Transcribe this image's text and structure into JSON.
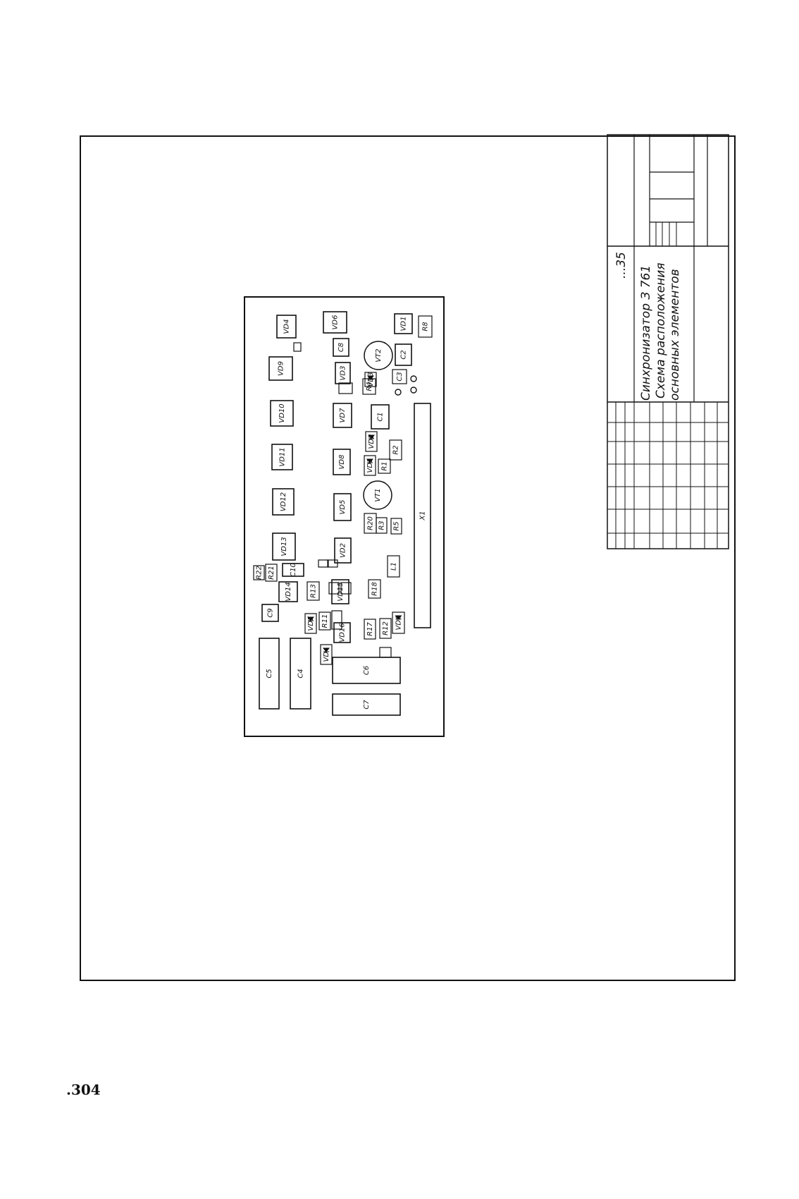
{
  "page_number": ".304",
  "title_block": {
    "doc_code": "...35",
    "title_lines": [
      "Синхронизатор З 761",
      "Схема расположения",
      "основных элементов"
    ]
  },
  "components": [
    {
      "label": "VD4",
      "kind": "rect"
    },
    {
      "label": "VD6",
      "kind": "rect"
    },
    {
      "label": "VD1",
      "kind": "rect"
    },
    {
      "label": "R8",
      "kind": "rect"
    },
    {
      "label": "VD9",
      "kind": "rect"
    },
    {
      "label": "C8",
      "kind": "rect"
    },
    {
      "label": "VD3",
      "kind": "rect"
    },
    {
      "label": "VT2",
      "kind": "circle"
    },
    {
      "label": "C2",
      "kind": "rect"
    },
    {
      "label": "R4",
      "kind": "rect"
    },
    {
      "label": "VD3",
      "kind": "diode"
    },
    {
      "label": "C3",
      "kind": "rect"
    },
    {
      "label": "VD10",
      "kind": "rect"
    },
    {
      "label": "VD7",
      "kind": "rect"
    },
    {
      "label": "C1",
      "kind": "rect"
    },
    {
      "label": "VD2",
      "kind": "diode"
    },
    {
      "label": "VD11",
      "kind": "rect"
    },
    {
      "label": "VD8",
      "kind": "rect"
    },
    {
      "label": "VD1",
      "kind": "diode"
    },
    {
      "label": "R1",
      "kind": "rect"
    },
    {
      "label": "R2",
      "kind": "rect"
    },
    {
      "label": "VD12",
      "kind": "rect"
    },
    {
      "label": "VD5",
      "kind": "rect"
    },
    {
      "label": "VT1",
      "kind": "circle"
    },
    {
      "label": "R20",
      "kind": "rect"
    },
    {
      "label": "R3",
      "kind": "rect"
    },
    {
      "label": "R5",
      "kind": "rect"
    },
    {
      "label": "VD13",
      "kind": "rect"
    },
    {
      "label": "VD2",
      "kind": "rect"
    },
    {
      "label": "X1",
      "kind": "rect"
    },
    {
      "label": "R22",
      "kind": "rect"
    },
    {
      "label": "R21",
      "kind": "rect"
    },
    {
      "label": "C10",
      "kind": "rect"
    },
    {
      "label": "L1",
      "kind": "rect"
    },
    {
      "label": "VD14",
      "kind": "rect"
    },
    {
      "label": "R13",
      "kind": "rect"
    },
    {
      "label": "VD15",
      "kind": "rect"
    },
    {
      "label": "R18",
      "kind": "rect"
    },
    {
      "label": "C9",
      "kind": "rect"
    },
    {
      "label": "VD5",
      "kind": "diode"
    },
    {
      "label": "R11",
      "kind": "rect"
    },
    {
      "label": "VD16",
      "kind": "rect"
    },
    {
      "label": "R17",
      "kind": "rect"
    },
    {
      "label": "R12",
      "kind": "rect"
    },
    {
      "label": "VD6",
      "kind": "diode"
    },
    {
      "label": "VD4",
      "kind": "diode"
    },
    {
      "label": "C5",
      "kind": "rect"
    },
    {
      "label": "C4",
      "kind": "rect"
    },
    {
      "label": "C6",
      "kind": "rect"
    },
    {
      "label": "C7",
      "kind": "rect"
    }
  ]
}
